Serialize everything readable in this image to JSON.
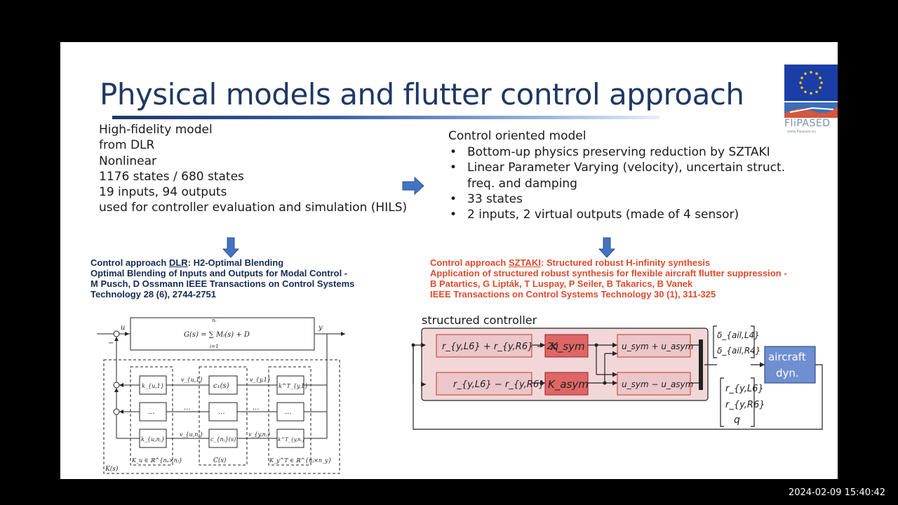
{
  "slide": {
    "title": "Physical models and flutter control approach",
    "left_model": {
      "lines": [
        "High-fidelity model",
        "from DLR",
        "Nonlinear",
        "1176 states / 680 states",
        "19 inputs, 94 outputs",
        "used for controller evaluation and simulation (HILS)"
      ]
    },
    "right_model": {
      "heading": "Control oriented model",
      "bullets": [
        "Bottom-up physics preserving reduction by SZTAKI",
        "Linear Parameter Varying (velocity), uncertain struct. freq. and damping",
        "33 states",
        "2 inputs, 2 virtual outputs (made of 4 sensor)"
      ]
    },
    "dlr_ref": {
      "prefix": "Control approach ",
      "org": "DLR",
      "suffix": ": H2-Optimal Blending",
      "lines": [
        "Optimal Blending of Inputs and Outputs for Modal Control -",
        "M Pusch, D Ossmann IEEE Transactions on Control Systems",
        "Technology 28 (6), 2744-2751"
      ]
    },
    "sztaki_ref": {
      "prefix": "Control approach ",
      "org": "SZTAKI",
      "suffix": ": Structured robust H-infinity synthesis",
      "lines": [
        "Application of structured robust synthesis for flexible aircraft flutter suppression -",
        "B Patartics, G Lipták, T Luspay, P Seiler, B Takarics, B Vanek",
        "IEEE Transactions on Control Systems Technology 30 (1), 311-325"
      ]
    },
    "logo_text": "FliPASED",
    "logo_subtext": "www.flipased.eu",
    "left_diagram": {
      "signal_u": "u",
      "signal_y": "y",
      "minus": "−",
      "plant": "G(s) = ∑ Mᵢ(s) + D",
      "sum_top": "nᵢ",
      "sum_bottom": "i=1",
      "k_u1": "k_{u,1}",
      "k_un": "k_{u,nⱼ}",
      "c_1": "c₁(s)",
      "c_n": "c_{nⱼ}(s)",
      "k_y1": "k^T_{y,1}",
      "k_yn": "k^T_{y,nⱼ}",
      "dots": "...",
      "v_u1": "v_{u,1}",
      "v_y1": "v_{y,1}",
      "v_un": "v_{u,nⱼ}",
      "v_yn": "v_{y,nⱼ}",
      "ku_label": "K_u ∈ ℝ^{nᵤ×nⱼ}",
      "cs_label": "C(s)",
      "ky_label": "K_y^T ∈ ℝ^{nⱼ×n_y}",
      "ks_label": "K(s)"
    },
    "right_diagram": {
      "label": "structured controller",
      "sum1": "r_{y,L6} + r_{y,R6} − 2q",
      "sum2": "r_{y,L6} − r_{y,R6}",
      "ksym": "K_sym",
      "kasym": "K_asym",
      "out1": "u_sym + u_asym",
      "out2": "u_sym − u_asym",
      "delta1": "δ_{ail,L4}",
      "delta2": "δ_{ail,R4}",
      "aircraft1": "aircraft",
      "aircraft2": "dyn.",
      "ry_l6": "r_{y,L6}",
      "ry_r6": "r_{y,R6}",
      "q": "q"
    }
  },
  "timestamp": "2024-02-09  15:40:42",
  "colors": {
    "title": "#1f3864",
    "arrow": "#4472c4",
    "sztaki_ref": "#e04a2a",
    "dlr_ref": "#142c58",
    "controller_bg": "#f2d7d9",
    "gain_block": "#e06666",
    "aircraft_block": "#6f8fd0"
  }
}
